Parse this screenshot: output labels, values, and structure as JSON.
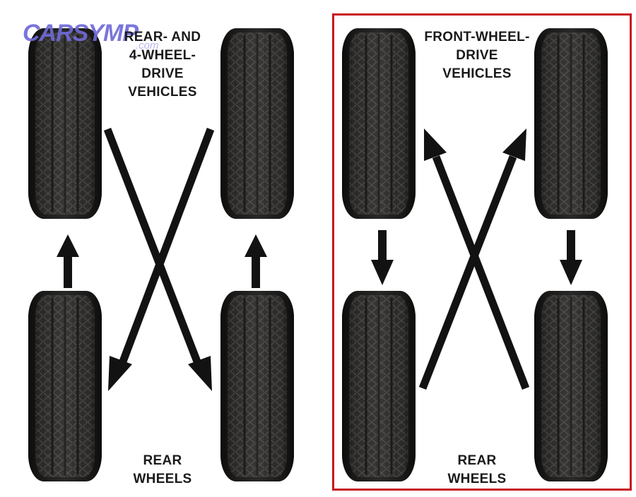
{
  "logo": {
    "main": "CARSYMP",
    "sub": ".com"
  },
  "left_panel": {
    "title_lines": [
      "REAR- AND",
      "4-WHEEL-",
      "DRIVE",
      "VEHICLES"
    ],
    "bottom_lines": [
      "REAR",
      "WHEELS"
    ]
  },
  "right_panel": {
    "title_lines": [
      "FRONT-WHEEL-",
      "DRIVE",
      "VEHICLES"
    ],
    "bottom_lines": [
      "REAR",
      "WHEELS"
    ]
  },
  "colors": {
    "tire_tread": "#2b2a28",
    "tire_shoulder": "#1a1918",
    "arrow": "#121212",
    "frame": "#c8161d",
    "logo": "#6f6ad8"
  },
  "icons": [
    "tire-icon",
    "arrow-icon"
  ]
}
